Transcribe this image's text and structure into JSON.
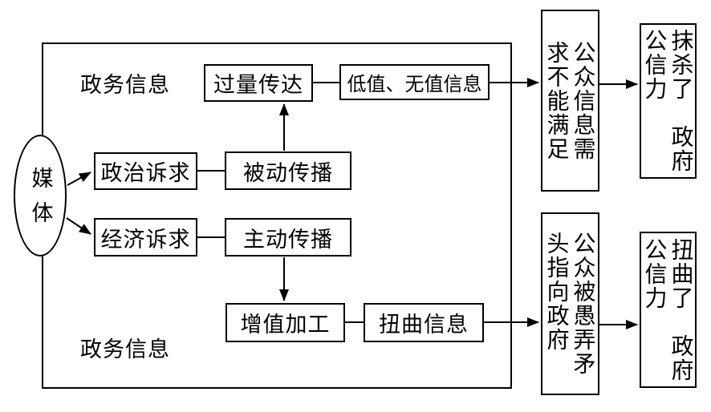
{
  "diagram": {
    "media_ellipse": {
      "label": "媒体"
    },
    "container": {
      "label_top": "政务信息",
      "label_bottom": "政务信息"
    },
    "process_boxes": {
      "excess_delivery": "过量传达",
      "low_value_info": "低值、无值信息",
      "political_appeal": "政治诉求",
      "passive_spread": "被动传播",
      "economic_appeal": "经济诉求",
      "active_spread": "主动传播",
      "value_added_processing": "增值加工",
      "distorted_info": "扭曲信息"
    },
    "outcome_boxes": {
      "unmet_need": {
        "display": "公众信息需\n求不能满足",
        "reading": "公众信息需求不能满足"
      },
      "credibility_erased": {
        "display": "抹杀了　政府\n公信力",
        "reading": "抹杀了政府公信力"
      },
      "public_fooled": {
        "display": "公众被愚弄矛\n头指向政府",
        "reading": "公众被愚弄矛头指向政府"
      },
      "credibility_distorted": {
        "display": "扭曲了　政府\n公信力",
        "reading": "扭曲了政府公信力"
      }
    },
    "line_color": "#000000"
  }
}
